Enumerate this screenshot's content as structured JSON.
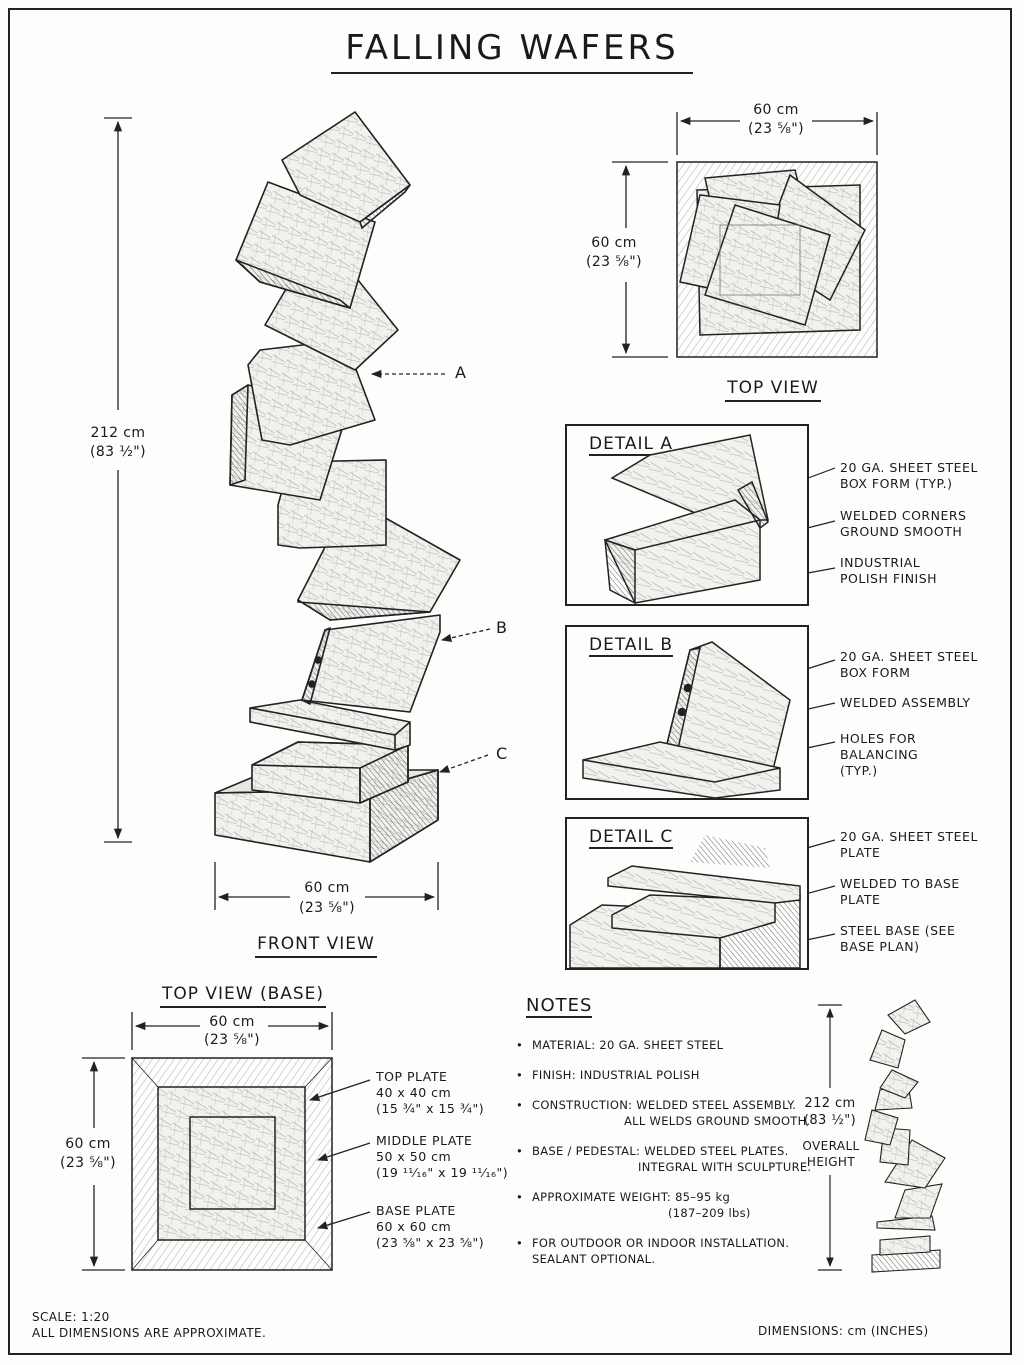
{
  "title": "FALLING WAFERS",
  "front_view": {
    "label": "FRONT VIEW",
    "height_cm": "212 cm",
    "height_in": "(83 ½\")",
    "width_cm": "60 cm",
    "width_in": "(23 ⅝\")",
    "markers": [
      "A",
      "B",
      "C"
    ]
  },
  "top_view": {
    "label": "TOP VIEW",
    "width_cm": "60 cm",
    "width_in": "(23 ⅝\")",
    "depth_cm": "60 cm",
    "depth_in": "(23 ⅝\")"
  },
  "details": [
    {
      "label": "DETAIL A",
      "callouts": [
        [
          "20 GA. SHEET STEEL",
          "BOX FORM (TYP.)"
        ],
        [
          "WELDED CORNERS",
          "GROUND SMOOTH"
        ],
        [
          "INDUSTRIAL",
          "POLISH FINISH"
        ]
      ]
    },
    {
      "label": "DETAIL B",
      "callouts": [
        [
          "20 GA. SHEET STEEL",
          "BOX FORM"
        ],
        [
          "WELDED ASSEMBLY"
        ],
        [
          "HOLES FOR",
          "BALANCING",
          "(TYP.)"
        ]
      ]
    },
    {
      "label": "DETAIL C",
      "callouts": [
        [
          "20 GA. SHEET STEEL",
          "PLATE"
        ],
        [
          "WELDED TO BASE",
          "PLATE"
        ],
        [
          "STEEL BASE (SEE",
          "BASE PLAN)"
        ]
      ]
    }
  ],
  "base_view": {
    "label": "TOP VIEW (BASE)",
    "width_cm": "60 cm",
    "width_in": "(23 ⅝\")",
    "depth_cm": "60 cm",
    "depth_in": "(23 ⅝\")",
    "plates": [
      {
        "name": "TOP PLATE",
        "cm": "40 x 40 cm",
        "in": "(15 ¾\" x 15 ¾\")"
      },
      {
        "name": "MIDDLE PLATE",
        "cm": "50 x 50 cm",
        "in": "(19 ¹¹⁄₁₆\" x 19 ¹¹⁄₁₆\")"
      },
      {
        "name": "BASE PLATE",
        "cm": "60 x 60 cm",
        "in": "(23 ⅝\" x 23 ⅝\")"
      }
    ]
  },
  "notes": {
    "title": "NOTES",
    "items": [
      {
        "key": "MATERIAL:",
        "text": "20 GA. SHEET STEEL",
        "text2": ""
      },
      {
        "key": "FINISH:",
        "text": "INDUSTRIAL POLISH",
        "text2": ""
      },
      {
        "key": "CONSTRUCTION:",
        "text": "WELDED STEEL ASSEMBLY.",
        "text2": "ALL WELDS GROUND SMOOTH."
      },
      {
        "key": "BASE / PEDESTAL:",
        "text": "WELDED STEEL PLATES.",
        "text2": "INTEGRAL WITH SCULPTURE."
      },
      {
        "key": "APPROXIMATE WEIGHT:",
        "text": "85–95 kg",
        "text2": "(187–209 lbs)"
      },
      {
        "key": "",
        "text": "FOR OUTDOOR OR INDOOR INSTALLATION.",
        "text2": "SEALANT OPTIONAL."
      }
    ]
  },
  "overall": {
    "height_cm": "212 cm",
    "height_in": "(83 ½\")",
    "label1": "OVERALL",
    "label2": "HEIGHT"
  },
  "footer": {
    "scale": "SCALE: 1:20",
    "approx": "ALL DIMENSIONS ARE APPROXIMATE.",
    "units": "DIMENSIONS: cm (INCHES)"
  }
}
